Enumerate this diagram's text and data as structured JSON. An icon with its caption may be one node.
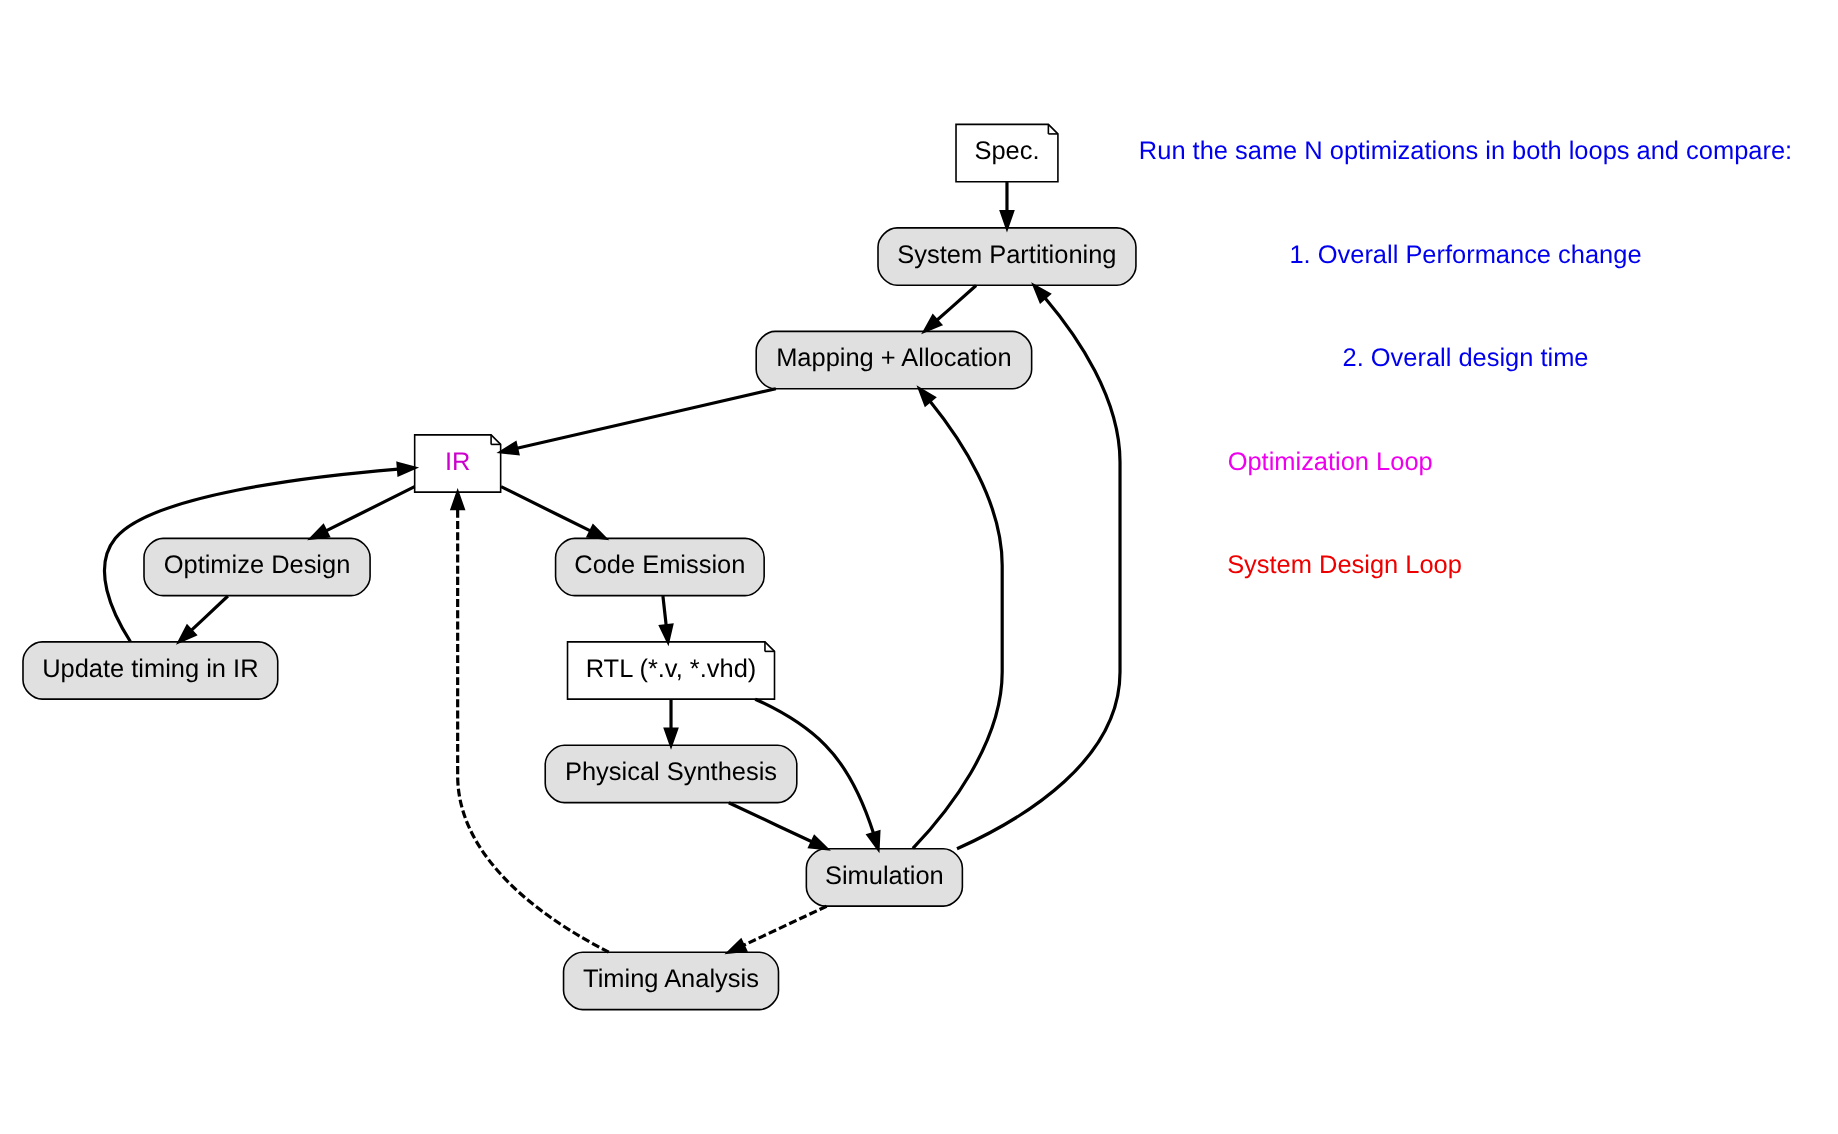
{
  "diagram": {
    "nodes": [
      {
        "text": [
          "Spec."
        ]
      },
      {
        "text": [
          "System Partitioning"
        ]
      },
      {
        "text": [
          "Mapping + Allocation"
        ]
      },
      {
        "text": [
          "IR"
        ]
      },
      {
        "text": [
          "Update timing in IR"
        ]
      },
      {
        "text": [
          "Optimize Design"
        ]
      },
      {
        "text": [
          "Code Emission"
        ]
      },
      {
        "text": [
          "RTL (*.v, *.vhd)"
        ]
      },
      {
        "text": [
          "Simulation"
        ]
      },
      {
        "text": [
          "Physical Synthesis"
        ]
      },
      {
        "text": [
          "Timing Analysis"
        ]
      }
    ],
    "edges": [
      {
        "from": 0,
        "to": 1,
        "arrow": "to"
      },
      {
        "from": 1,
        "to": 2,
        "arrow": "to"
      },
      {
        "from": 2,
        "to": 3,
        "arrow": "to"
      },
      {
        "from": 3,
        "to": 6,
        "arrow": "to"
      },
      {
        "from": 3,
        "to": 5,
        "arrow": "to"
      },
      {
        "from": 5,
        "to": 4,
        "arrow": "to"
      },
      {
        "from": 4,
        "to": 3,
        "arrow": "to"
      },
      {
        "from": 6,
        "to": 7,
        "arrow": "to"
      },
      {
        "from": 7,
        "to": 8,
        "arrow": "to"
      },
      {
        "from": 7,
        "to": 9,
        "arrow": "to"
      },
      {
        "from": 9,
        "to": 8,
        "arrow": "to"
      },
      {
        "from": 8,
        "to": 1,
        "arrow": "to"
      },
      {
        "from": 8,
        "to": 2,
        "arrow": "to"
      },
      {
        "from": 8,
        "to": 10,
        "arrow": "to",
        "style": "dashed"
      },
      {
        "from": 10,
        "to": 3,
        "arrow": "to",
        "style": "dashed"
      }
    ],
    "labels": [
      "Run the same N optimizations in both loops and compare:",
      "1. Overall Performance change",
      "2. Overall design time",
      "System Design Loop",
      "Optimization Loop"
    ]
  }
}
